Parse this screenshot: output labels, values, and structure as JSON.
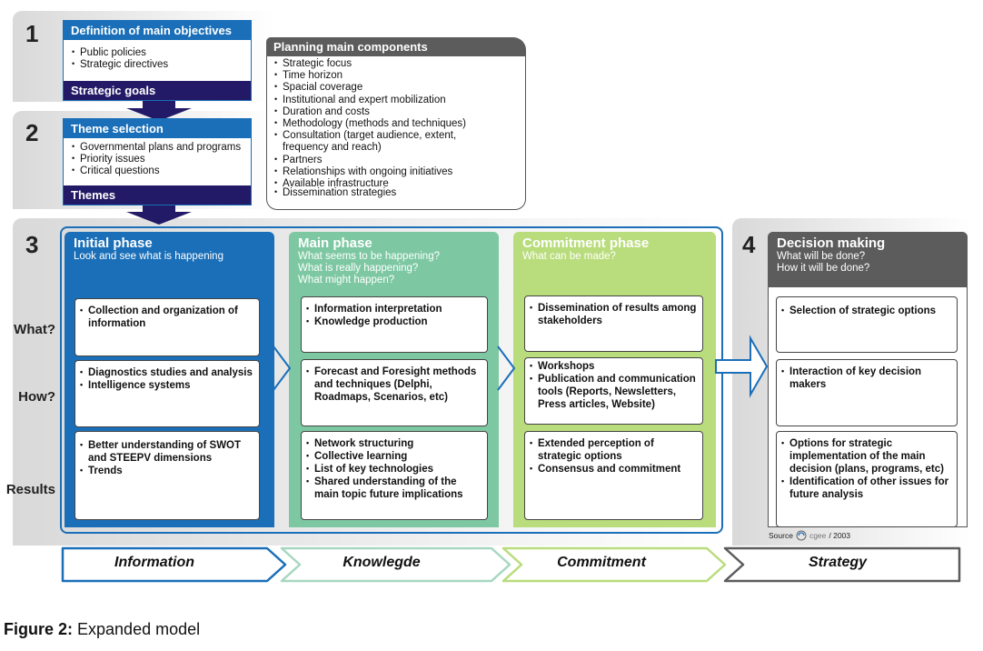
{
  "steps": {
    "s1": "1",
    "s2": "2",
    "s3": "3",
    "s4": "4"
  },
  "objectives": {
    "title": "Definition of main objectives",
    "items": [
      "Public policies",
      "Strategic directives"
    ],
    "footer": "Strategic goals"
  },
  "theme": {
    "title": "Theme selection",
    "items": [
      "Governmental plans and programs",
      "Priority issues",
      "Critical questions"
    ],
    "footer": "Themes"
  },
  "planning": {
    "title": "Planning main components",
    "items": [
      "Strategic focus",
      "Time horizon",
      "Spacial coverage",
      "Institutional and expert mobilization",
      "Duration and costs",
      "Methodology (methods and techniques)",
      "Consultation (target audience, extent, frequency and reach)",
      "Partners",
      "Relationships with ongoing initiatives",
      "Available infrastructure",
      "Dissemination strategies"
    ]
  },
  "rows": {
    "what": "What?",
    "how": "How?",
    "results": "Results"
  },
  "phases": {
    "initial": {
      "title": "Initial phase",
      "subtitle": [
        "Look and see what is happening"
      ],
      "what": [
        "Collection and organization of information"
      ],
      "how": [
        "Diagnostics studies and analysis",
        "Intelligence systems"
      ],
      "results": [
        "Better understanding of SWOT and STEEPV dimensions",
        "Trends"
      ]
    },
    "main": {
      "title": "Main phase",
      "subtitle": [
        "What seems to be happening?",
        "What is really happening?",
        "What might happen?"
      ],
      "what": [
        "Information interpretation",
        "Knowledge production"
      ],
      "how": [
        "Forecast and Foresight methods and techniques (Delphi, Roadmaps, Scenarios, etc)"
      ],
      "results": [
        "Network structuring",
        "Collective learning",
        "List of key technologies",
        "Shared understanding of the main topic future implications"
      ]
    },
    "commitment": {
      "title": "Commitment phase",
      "subtitle": [
        "What can be made?"
      ],
      "what": [
        "Dissemination of results among stakeholders"
      ],
      "how": [
        "Workshops",
        "Publication and communication tools (Reports, Newsletters, Press articles, Website)"
      ],
      "results": [
        "Extended perception of strategic options",
        "Consensus and commitment"
      ]
    },
    "decision": {
      "title": "Decision making",
      "subtitle": [
        "What will be done?",
        "How it will be done?"
      ],
      "what": [
        "Selection of strategic options"
      ],
      "how": [
        "Interaction of key decision makers"
      ],
      "results": [
        "Options for strategic implementation of the main decision (plans, programs, etc)",
        "Identification of other issues for future analysis"
      ]
    }
  },
  "source": {
    "label": "Source",
    "org": "cgee",
    "year": "/ 2003"
  },
  "bottom": [
    "Information",
    "Knowlegde",
    "Commitment",
    "Strategy"
  ],
  "caption": {
    "label": "Figure 2:",
    "text": " Expanded model"
  },
  "colors": {
    "blue": "#1a6fb8",
    "navy": "#221a66",
    "teal": "#7dc8a2",
    "lime": "#b9dc7c",
    "gray": "#5c5c5c"
  }
}
